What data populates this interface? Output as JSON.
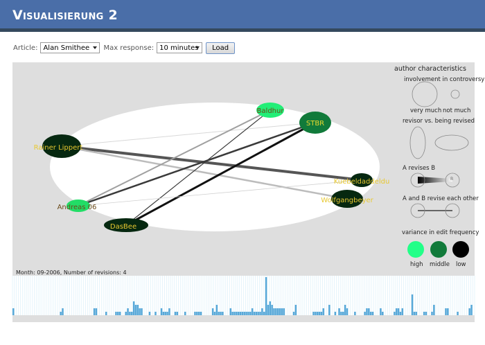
{
  "header": {
    "title": "Visualisierung 2"
  },
  "controls": {
    "article_label": "Article:",
    "article_value": "Alan Smithee",
    "max_response_label": "Max response:",
    "max_response_value": "10 minutes",
    "load_label": "Load"
  },
  "graph": {
    "nodes": [
      {
        "name": "Baldhur",
        "color": "#22ee77",
        "label_color": "#6a4a1a"
      },
      {
        "name": "STBR",
        "color": "#117a3a",
        "label_color": "#e8d830"
      },
      {
        "name": "Rainer Lippert",
        "color": "#062810",
        "label_color": "#e8c830"
      },
      {
        "name": "Kuebeldaddeldu",
        "color": "#062810",
        "label_color": "#e8c830"
      },
      {
        "name": "Wolfgangbeyer",
        "color": "#062810",
        "label_color": "#e8c830"
      },
      {
        "name": "Andreas 06",
        "color": "#22dd66",
        "label_color": "#6a4a1a"
      },
      {
        "name": "DasBee",
        "color": "#062810",
        "label_color": "#e8c830"
      }
    ],
    "edges": [
      {
        "from": "Rainer Lippert",
        "to": "Kuebeldaddeldu",
        "shade": "#555555"
      },
      {
        "from": "Rainer Lippert",
        "to": "Wolfgangbeyer",
        "shade": "#bcbcbc"
      },
      {
        "from": "Rainer Lippert",
        "to": "STBR",
        "shade": "#d8d8d8"
      },
      {
        "from": "STBR",
        "to": "Andreas 06",
        "shade": "#3a3a3a"
      },
      {
        "from": "STBR",
        "to": "DasBee",
        "shade": "#c4c4c4"
      },
      {
        "from": "Baldhur",
        "to": "DasBee",
        "shade": "#3a3a3a"
      },
      {
        "from": "Baldhur",
        "to": "Andreas 06",
        "shade": "#a0a0a0"
      },
      {
        "from": "DasBee",
        "to": "STBR",
        "shade": "#111111"
      },
      {
        "from": "Andreas 06",
        "to": "Kuebeldaddeldu",
        "shade": "#d0d0d0"
      }
    ]
  },
  "legend": {
    "title": "author characteristics",
    "involvement": "involvement in controversy",
    "very_much": "very much",
    "not_much": "not much",
    "revisor": "revisor vs. being revised",
    "a_revises_b": "A revises B",
    "b_mark": "B",
    "a_and_b": "A and B revise each other",
    "variance": "variance in edit frequency",
    "high": "high",
    "middle": "middle",
    "low": "low",
    "color_high": "#22ff88",
    "color_middle": "#117a3a",
    "color_low": "#000000"
  },
  "histogram": {
    "title": "Month: 09-2006, Number of revisions: 4",
    "bar_color": "#58a8d8",
    "values": [
      2,
      0,
      0,
      0,
      0,
      0,
      0,
      0,
      0,
      0,
      0,
      0,
      0,
      0,
      0,
      0,
      0,
      0,
      0,
      0,
      0,
      0,
      0,
      0,
      1,
      2,
      0,
      0,
      0,
      0,
      0,
      0,
      0,
      0,
      0,
      0,
      0,
      0,
      0,
      0,
      0,
      2,
      2,
      0,
      0,
      0,
      0,
      1,
      0,
      0,
      0,
      0,
      1,
      1,
      1,
      0,
      0,
      1,
      2,
      1,
      1,
      4,
      3,
      3,
      2,
      2,
      0,
      0,
      0,
      1,
      0,
      0,
      1,
      0,
      0,
      2,
      1,
      1,
      1,
      2,
      0,
      0,
      1,
      1,
      0,
      0,
      0,
      1,
      0,
      0,
      0,
      0,
      1,
      1,
      1,
      1,
      0,
      0,
      0,
      0,
      0,
      2,
      1,
      3,
      1,
      1,
      1,
      0,
      0,
      0,
      2,
      1,
      1,
      1,
      1,
      1,
      1,
      1,
      1,
      1,
      1,
      2,
      1,
      1,
      1,
      1,
      2,
      1,
      11,
      3,
      4,
      3,
      2,
      2,
      2,
      2,
      2,
      2,
      0,
      0,
      0,
      0,
      1,
      3,
      0,
      0,
      0,
      0,
      0,
      0,
      0,
      0,
      1,
      1,
      1,
      1,
      1,
      2,
      0,
      0,
      3,
      0,
      0,
      1,
      0,
      2,
      1,
      1,
      3,
      2,
      0,
      0,
      0,
      1,
      0,
      0,
      0,
      0,
      1,
      2,
      2,
      1,
      1,
      0,
      0,
      0,
      2,
      1,
      0,
      0,
      0,
      0,
      0,
      1,
      2,
      2,
      1,
      2,
      0,
      0,
      0,
      0,
      6,
      1,
      1,
      0,
      0,
      0,
      1,
      1,
      0,
      0,
      1,
      3,
      0,
      0,
      0,
      0,
      0,
      2,
      2,
      0,
      0,
      0,
      0,
      1,
      0,
      0,
      0,
      0,
      0,
      2,
      3,
      0
    ]
  }
}
